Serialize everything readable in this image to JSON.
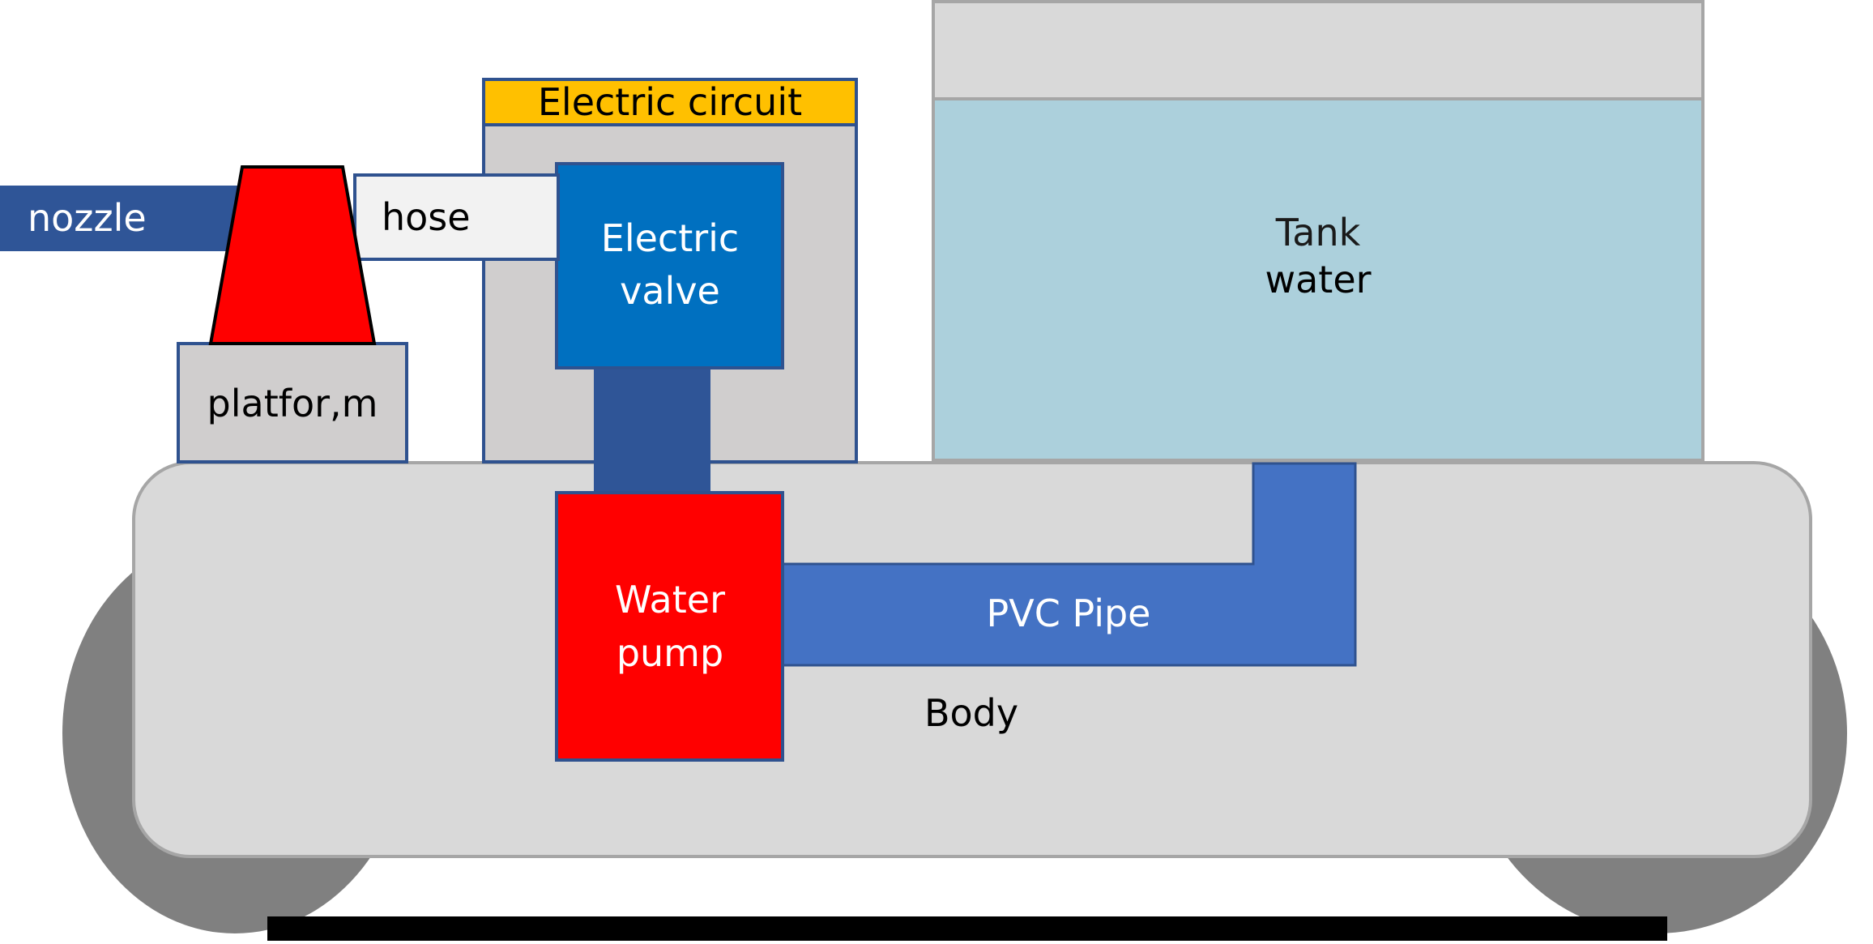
{
  "labels": {
    "nozzle": "nozzle",
    "hose": "hose",
    "platform": "platfor,m",
    "electric_circuit": "Electric circuit",
    "electric_valve_line1": "Electric",
    "electric_valve_line2": "valve",
    "tank_line1": "Tank",
    "tank_line2": "water",
    "water_pump_line1": "Water",
    "water_pump_line2": "pump",
    "pvc_pipe": "PVC Pipe",
    "body": "Body"
  },
  "colors": {
    "wheel": "#808080",
    "body_fill": "#d9d9d9",
    "body_stroke": "#a6a6a6",
    "track": "#000000",
    "tank_top": "#d9d9d9",
    "tank_water": "#acd0dc",
    "tank_stroke": "#a6a6a6",
    "pipe_blue": "#4472c4",
    "pipe_stroke": "#2f528f",
    "connector_blue": "#2f5597",
    "valve_blue": "#0070c0",
    "pump_red": "#ff0000",
    "circuit_box": "#d0cece",
    "circuit_header": "#ffc000",
    "hose_fill": "#f2f2f2",
    "platform_fill": "#d0cece",
    "nozzle_blue": "#2f5597",
    "outline_blue": "#2f528f"
  }
}
